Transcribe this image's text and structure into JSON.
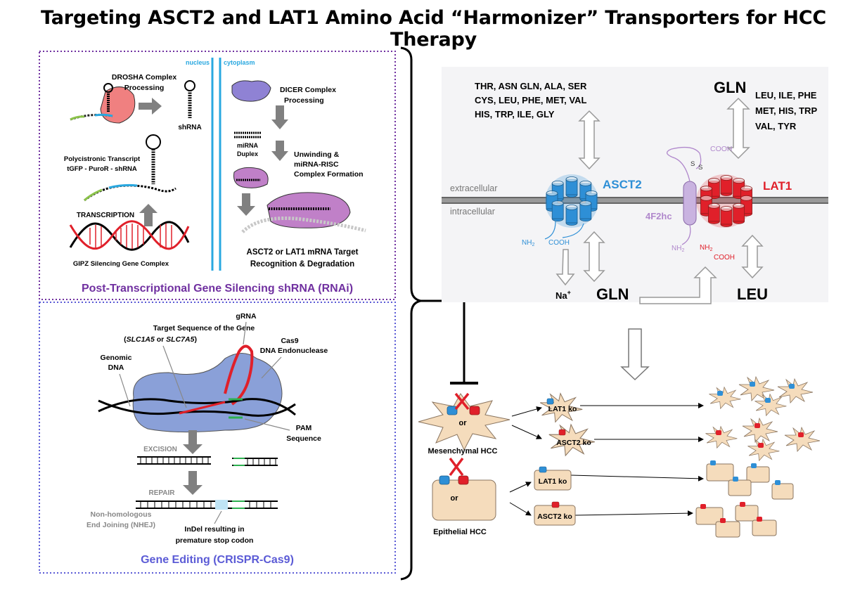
{
  "title": "Targeting ASCT2 and LAT1 Amino Acid “Harmonizer” Transporters for HCC Therapy",
  "rnai": {
    "caption": "Post-Transcriptional Gene Silencing shRNA (RNAi)",
    "nucleus": "nucleus",
    "cytoplasm": "cytoplasm",
    "drosha": [
      "DROSHA Complex",
      "Processing"
    ],
    "shrna": "shRNA",
    "polycistronic": [
      "Polycistronic Transcript",
      "tGFP - PuroR - shRNA"
    ],
    "transcription": "TRANSCRIPTION",
    "gipz": "GIPZ Silencing Gene Complex",
    "dicer": [
      "DICER Complex",
      "Processing"
    ],
    "duplex": [
      "miRNA",
      "Duplex"
    ],
    "unwinding": [
      "Unwinding &",
      "miRNA-RISC",
      "Complex Formation"
    ],
    "target": [
      "ASCT2 or LAT1 mRNA Target",
      "Recognition & Degradation"
    ]
  },
  "crispr": {
    "caption": "Gene Editing (CRISPR-Cas9)",
    "grna": "gRNA",
    "target_seq": "Target Sequence of the Gene",
    "genes": [
      "(",
      "SLC1A5",
      " or ",
      "SLC7A5",
      ")"
    ],
    "cas9": [
      "Cas9",
      "DNA Endonuclease"
    ],
    "genomic": [
      "Genomic",
      "DNA"
    ],
    "pam": [
      "PAM",
      "Sequence"
    ],
    "excision": "EXCISION",
    "repair": "REPAIR",
    "nhej": [
      "Non-homologous",
      "End Joining (NHEJ)"
    ],
    "indel": [
      "InDel resulting in",
      "premature stop codon"
    ]
  },
  "transport": {
    "aa_left": [
      "THR, ASN GLN, ALA, SER",
      "CYS, LEU, PHE, MET, VAL",
      "HIS, TRP, ILE, GLY"
    ],
    "gln_top": "GLN",
    "aa_right": [
      "LEU, ILE, PHE",
      "MET, HIS, TRP",
      "VAL, TYR"
    ],
    "extracellular": "extracellular",
    "intracellular": "intracellular",
    "asct2": "ASCT2",
    "lat1": "LAT1",
    "f2hc": "4F2hc",
    "cooh": "COOH",
    "nh2": "NH",
    "sub2": "2",
    "ss": "S",
    "na": "Na",
    "plus": "+",
    "gln_bottom": "GLN",
    "leu_bottom": "LEU"
  },
  "outcome": {
    "or": "or",
    "mesenchymal": "Mesenchymal HCC",
    "epithelial": "Epithelial HCC",
    "lat1_ko": "LAT1 ko",
    "asct2_ko": "ASCT2 ko"
  },
  "colors": {
    "rnai_caption": "#7030a0",
    "crispr_caption": "#5b5bd6",
    "asct2": "#2e8fd6",
    "lat1": "#e0202a",
    "f2hc": "#b088cc",
    "cell": "#f5dcbc"
  }
}
